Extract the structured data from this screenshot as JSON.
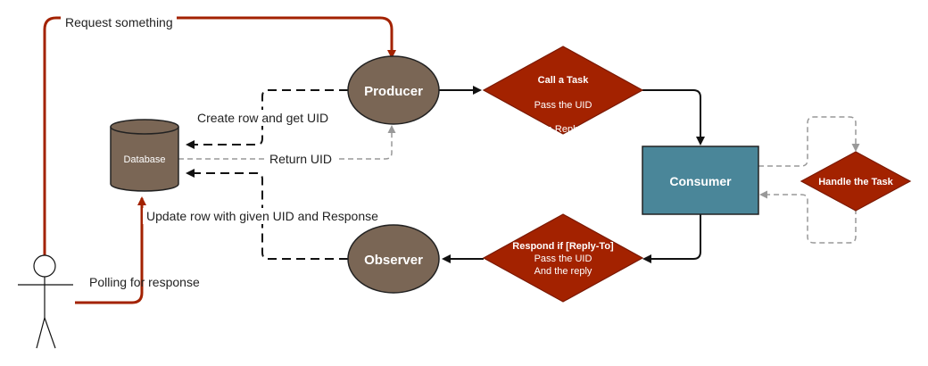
{
  "colors": {
    "accent_red": "#a32200",
    "node_brown": "#7a6655",
    "consumer_teal": "#4a8699",
    "dashed_gray": "#999999",
    "line_black": "#111111"
  },
  "actor": {
    "icon": "stick-figure-icon"
  },
  "database": {
    "label": "Database",
    "icon": "cylinder-icon"
  },
  "producer": {
    "label": "Producer"
  },
  "observer": {
    "label": "Observer"
  },
  "consumer": {
    "label": "Consumer"
  },
  "call_task": {
    "title": "Call a Task",
    "line1": "Pass the UID",
    "line2": "...a Reply..."
  },
  "respond": {
    "title": "Respond if [Reply-To]",
    "line1": "Pass the UID",
    "line2": "And the reply"
  },
  "handle_task": {
    "title": "Handle the Task"
  },
  "edges": {
    "request": "Request something",
    "create_row": "Create row and get UID",
    "return_uid": "Return UID",
    "update_row": "Update row with given UID and Response",
    "polling": "Polling for response"
  }
}
